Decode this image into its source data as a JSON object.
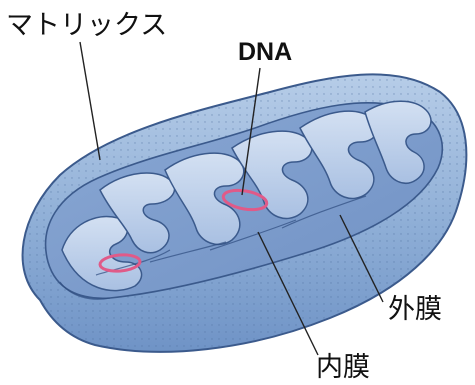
{
  "labels": {
    "matrix": "マトリックス",
    "dna": "DNA",
    "outer_membrane": "外膜",
    "inner_membrane": "内膜"
  },
  "colors": {
    "outer_light": "#aac3e0",
    "outer_mid": "#88a9d2",
    "outer_dark": "#6286bb",
    "inner_fill": "#7f9fcf",
    "crista_top": "#c9d8ee",
    "crista_shadow": "#5a7db3",
    "outline": "#3b5a8c",
    "dna_ring": "#e05a88",
    "leader": "#222222"
  }
}
